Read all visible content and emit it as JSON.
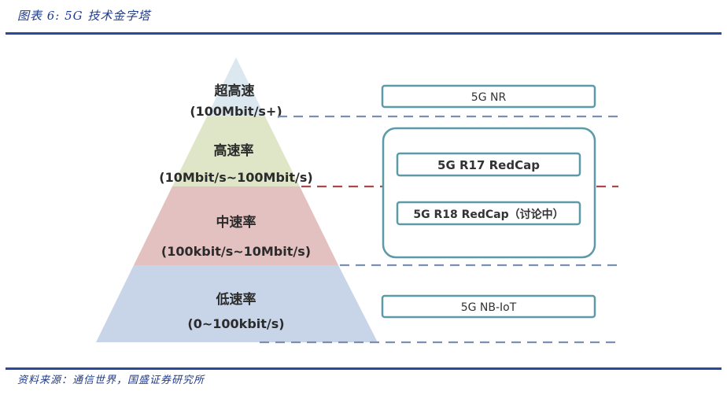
{
  "header": {
    "title": "图表 6:  5G 技术金字塔"
  },
  "pyramid": {
    "layers": [
      {
        "name": "超高速",
        "range": "(100Mbit/s+)",
        "color": "#dce8ef"
      },
      {
        "name": "高速率",
        "range": "(10Mbit/s~100Mbit/s)",
        "color": "#dfe6c8"
      },
      {
        "name": "中速率",
        "range": "(100kbit/s~10Mbit/s)",
        "color": "#e3c1c0"
      },
      {
        "name": "低速率",
        "range": "(0~100kbit/s)",
        "color": "#c8d5e8"
      }
    ]
  },
  "technologies": {
    "nr": "5G NR",
    "redcap_r17": "5G R17 RedCap",
    "redcap_r18": "5G R18 RedCap（讨论中）",
    "nbiot": "5G NB-IoT"
  },
  "colors": {
    "box_border": "#5b9aa6",
    "dash_blue": "#7b8fb0",
    "dash_red": "#a84a4a",
    "accent": "#2a4a99"
  },
  "footer": {
    "source": "资料来源：通信世界，国盛证券研究所"
  }
}
